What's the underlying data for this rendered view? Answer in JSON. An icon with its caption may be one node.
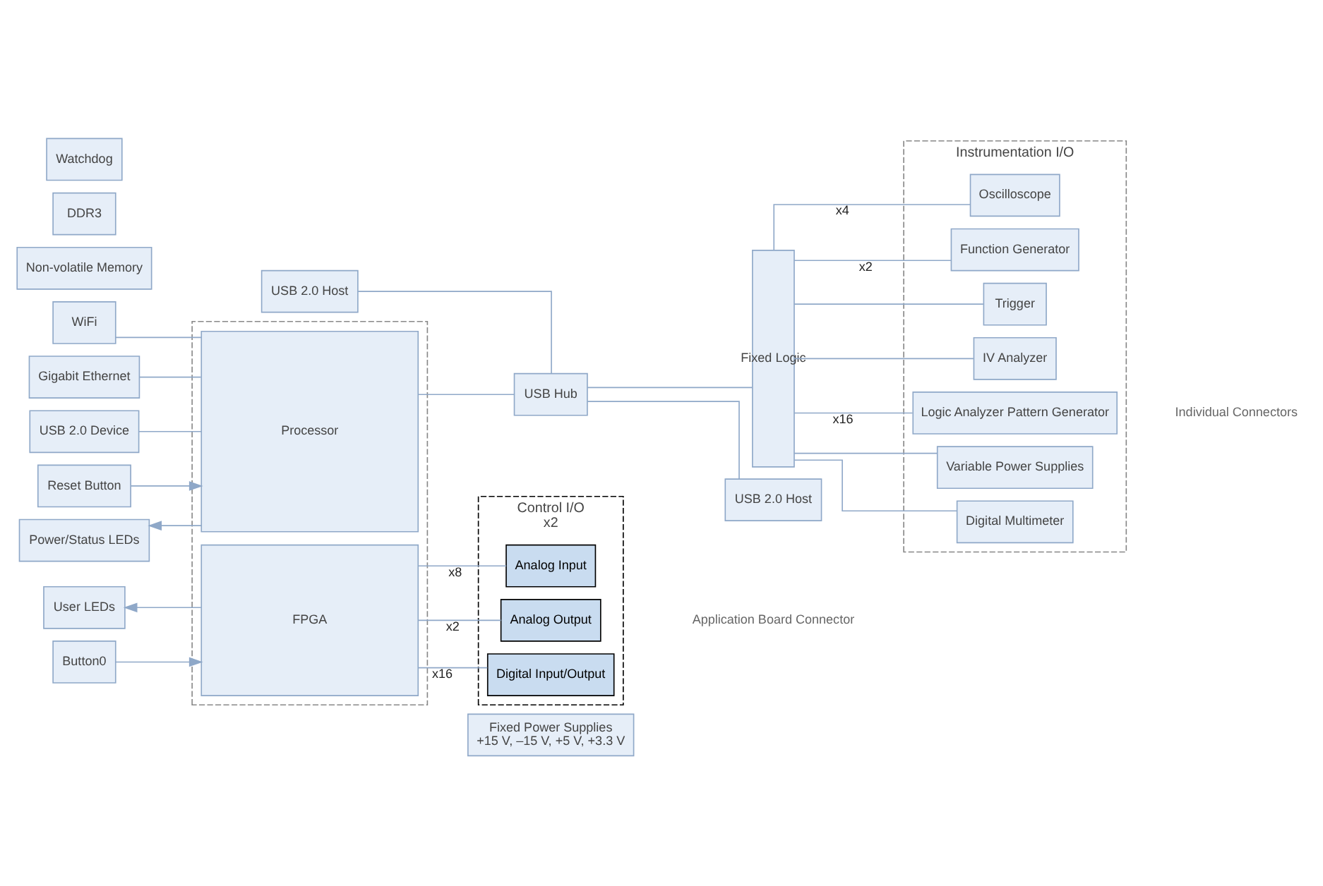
{
  "diagram": {
    "nodes": [
      {
        "text": [],
        "shape": "box"
      },
      {
        "text": [
          "Processor"
        ],
        "in": 0
      },
      {
        "text": [
          "FPGA"
        ],
        "in": 0
      },
      {
        "text": [
          "WiFi"
        ]
      },
      {
        "text": [
          "Gigabit Ethernet"
        ]
      },
      {
        "text": [
          "USB 2.0 Device"
        ]
      },
      {
        "text": [
          "USB 2.0 Host"
        ]
      },
      {
        "text": [
          "Reset Button"
        ]
      },
      {
        "text": [
          "Power/Status LEDs"
        ]
      },
      {
        "text": [
          "Non-volatile Memory"
        ]
      },
      {
        "text": [
          "DDR3"
        ]
      },
      {
        "text": [
          "Watchdog"
        ]
      },
      {
        "text": [
          "User LEDs"
        ]
      },
      {
        "text": [
          "Button0"
        ]
      },
      {
        "text": [
          "USB Hub"
        ]
      },
      {
        "text": [
          "Fixed Logic"
        ]
      },
      {
        "text": [
          "Instrumentation I/O"
        ]
      },
      {
        "text": [
          "Oscilloscope"
        ],
        "in": 16
      },
      {
        "text": [
          "Function Generator"
        ],
        "in": 16
      },
      {
        "text": [
          "Trigger"
        ],
        "in": 16
      },
      {
        "text": [
          "IV Analyzer"
        ],
        "in": 16
      },
      {
        "text": [
          "Logic Analyzer Pattern Generator"
        ],
        "in": 16
      },
      {
        "text": [
          "Variable Power Supplies"
        ],
        "in": 16
      },
      {
        "text": [
          "Digital Multimeter"
        ],
        "in": 16
      },
      {
        "text": [
          "USB 2.0 Host"
        ]
      },
      {
        "text": [
          "Control I/O"
        ],
        "beside": [
          "x2"
        ]
      },
      {
        "text": [
          "Analog Input"
        ],
        "in": 25
      },
      {
        "text": [
          "Analog Output"
        ],
        "in": 25
      },
      {
        "text": [
          "Digital Input/Output"
        ],
        "in": 25
      },
      {
        "text": [
          "Fixed Power Supplies",
          "+15 V, –15 V, +5 V, +3.3 V"
        ]
      }
    ],
    "edges": [
      {
        "from": 3,
        "to": 1,
        "arrow": "none"
      },
      {
        "from": 4,
        "to": 1,
        "arrow": "none"
      },
      {
        "from": 5,
        "to": 1,
        "arrow": "none"
      },
      {
        "from": 7,
        "to": 1,
        "arrow": "to"
      },
      {
        "from": 1,
        "to": 8,
        "arrow": "to"
      },
      {
        "from": 2,
        "to": 12,
        "arrow": "to"
      },
      {
        "from": 13,
        "to": 2,
        "arrow": "to"
      },
      {
        "from": 1,
        "to": 14,
        "arrow": "none"
      },
      {
        "from": 6,
        "to": 14,
        "arrow": "none"
      },
      {
        "from": 14,
        "to": 24,
        "arrow": "none"
      },
      {
        "from": 14,
        "to": 15,
        "arrow": "none"
      },
      {
        "from": 15,
        "to": 17,
        "arrow": "none",
        "label": "x4"
      },
      {
        "from": 15,
        "to": 18,
        "arrow": "none",
        "label": "x2"
      },
      {
        "from": 15,
        "to": 19,
        "arrow": "none"
      },
      {
        "from": 15,
        "to": 20,
        "arrow": "none"
      },
      {
        "from": 15,
        "to": 21,
        "arrow": "none",
        "label": "x16"
      },
      {
        "from": 15,
        "to": 22,
        "arrow": "none"
      },
      {
        "from": 15,
        "to": 23,
        "arrow": "none"
      },
      {
        "from": 2,
        "to": 26,
        "arrow": "none",
        "label": "x8"
      },
      {
        "from": 2,
        "to": 27,
        "arrow": "none",
        "label": "x2"
      },
      {
        "from": 2,
        "to": 28,
        "arrow": "none",
        "label": "x16"
      }
    ],
    "labels": [
      "Individual Connectors",
      "Application Board Connector"
    ]
  }
}
